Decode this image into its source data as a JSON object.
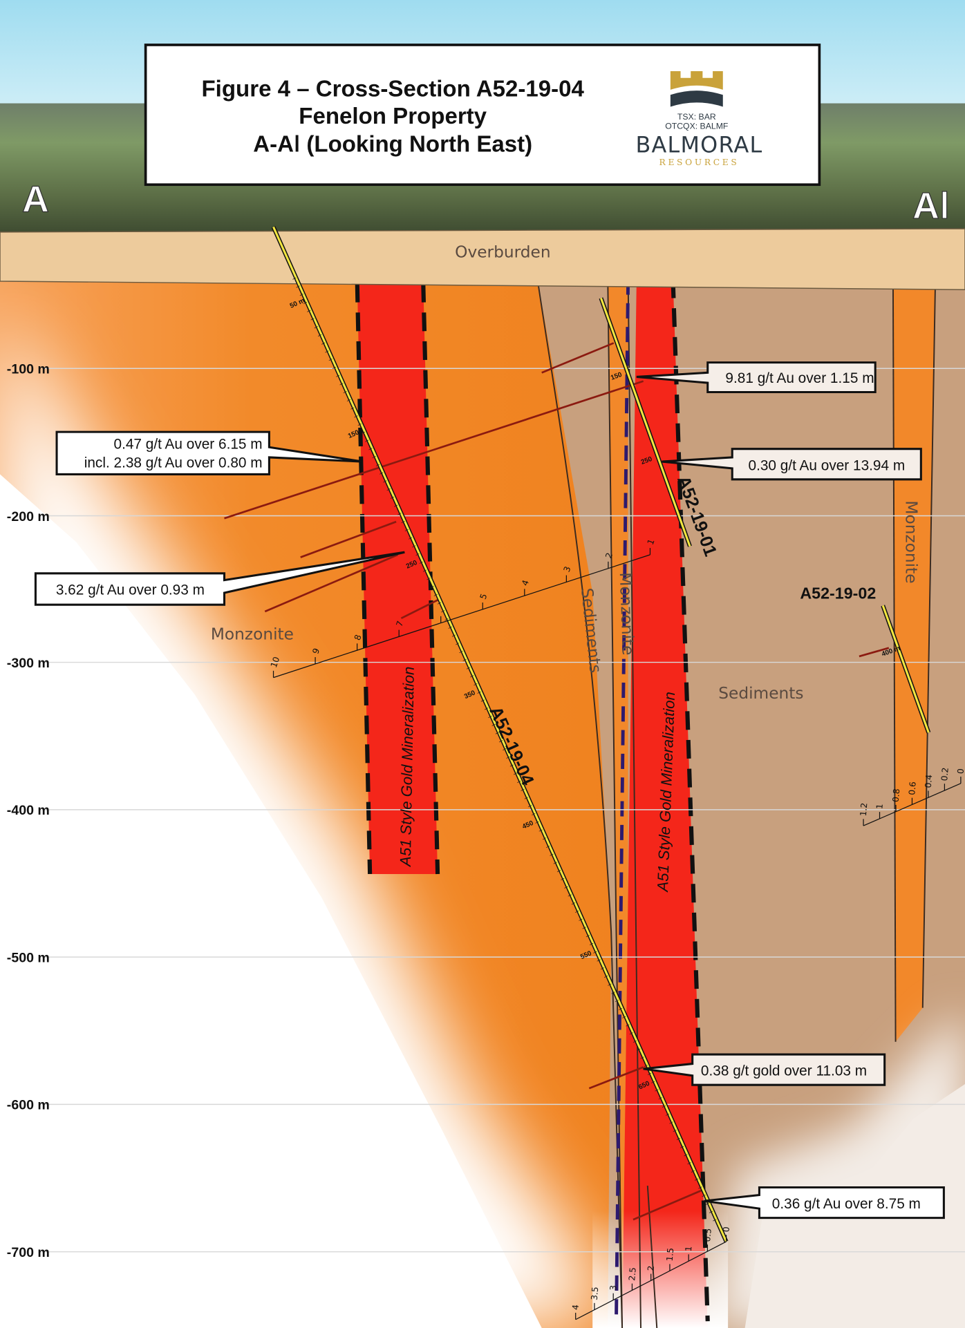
{
  "title": {
    "line1": "Figure 4 – Cross-Section A52-19-04",
    "line2": "Fenelon Property",
    "line3": "A-Aǀ (Looking North East)"
  },
  "logo": {
    "tsx": "TSX: BAR",
    "otcqx": "OTCQX: BALMF",
    "name": "BALMORAL",
    "sub": "RESOURCES",
    "gold_color": "#c9a23a",
    "dark_color": "#2e3a44"
  },
  "section_ends": {
    "left": "A",
    "right": "Aǀ"
  },
  "units": {
    "overburden": "Overburden"
  },
  "depth_labels": [
    "-100 m",
    "-200 m",
    "-300 m",
    "-400 m",
    "-500 m",
    "-600 m",
    "-700 m"
  ],
  "rock_labels": {
    "monzonite_left": "Monzonite",
    "sediments_center": "Sediments",
    "monzonite_center": "Monzonite",
    "sediments_right": "Sediments",
    "monzonite_right": "Monzonite"
  },
  "mineralization_labels": [
    "A51 Style Gold Mineralization",
    "A51 Style Gold Mineralization"
  ],
  "holes": {
    "h04": {
      "name": "A52-19-04",
      "depth_ticks": [
        "50 m",
        "150",
        "250",
        "350",
        "450",
        "550",
        "650"
      ]
    },
    "h01": {
      "name": "A52-19-01",
      "depth_ticks": [
        "150",
        "250"
      ]
    },
    "h02": {
      "name": "A52-19-02",
      "depth_ticks": [
        "400 m"
      ]
    }
  },
  "grade_scales": {
    "h04": [
      "10",
      "9",
      "8",
      "7",
      "",
      "5",
      "4",
      "3",
      "2",
      "1"
    ],
    "h04_deep": [
      "4",
      "3.5",
      "3",
      "2.5",
      "2",
      "1.5",
      "1",
      "0.5",
      "0"
    ],
    "h02": [
      "1.2",
      "1",
      "0.8",
      "0.6",
      "0.4",
      "0.2",
      "0"
    ]
  },
  "callouts": [
    {
      "lines": [
        "0.47 g/t Au over 6.15 m",
        "incl. 2.38 g/t Au over 0.80 m"
      ]
    },
    {
      "lines": [
        "3.62 g/t Au over 0.93 m"
      ]
    },
    {
      "lines": [
        "9.81 g/t Au over 1.15 m"
      ]
    },
    {
      "lines": [
        "0.30 g/t Au over 13.94 m"
      ]
    },
    {
      "lines": [
        "0.38 g/t gold over 11.03 m"
      ]
    },
    {
      "lines": [
        "0.36 g/t Au over 8.75 m"
      ]
    }
  ],
  "colors": {
    "monzonite": "#f2882a",
    "sediments": "#c8a07e",
    "mineralization": "#f4261a",
    "overburden": "#edcb9c",
    "drillhole": "#f2e640"
  }
}
